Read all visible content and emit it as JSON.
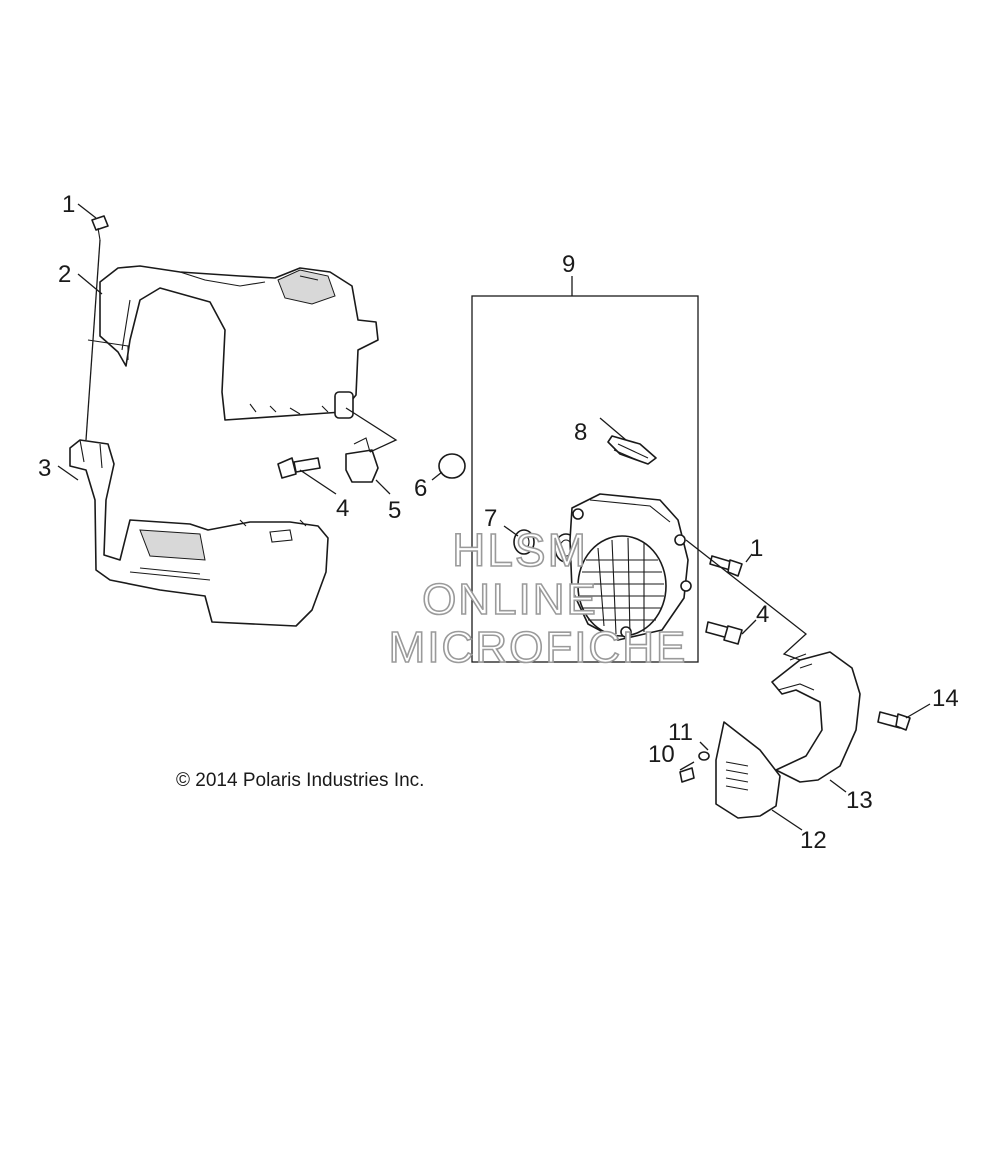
{
  "callouts": [
    "1",
    "2",
    "3",
    "4",
    "5",
    "6",
    "7",
    "8",
    "9",
    "1",
    "4",
    "10",
    "11",
    "12",
    "13",
    "14"
  ],
  "copyright": "© 2014 Polaris Industries Inc.",
  "watermark": [
    "HLSM",
    "ONLINE",
    "MICROFICHE"
  ],
  "colors": {
    "line": "#1a1a1a",
    "watermark_stroke": "#9a9a9a",
    "background": "#ffffff"
  }
}
